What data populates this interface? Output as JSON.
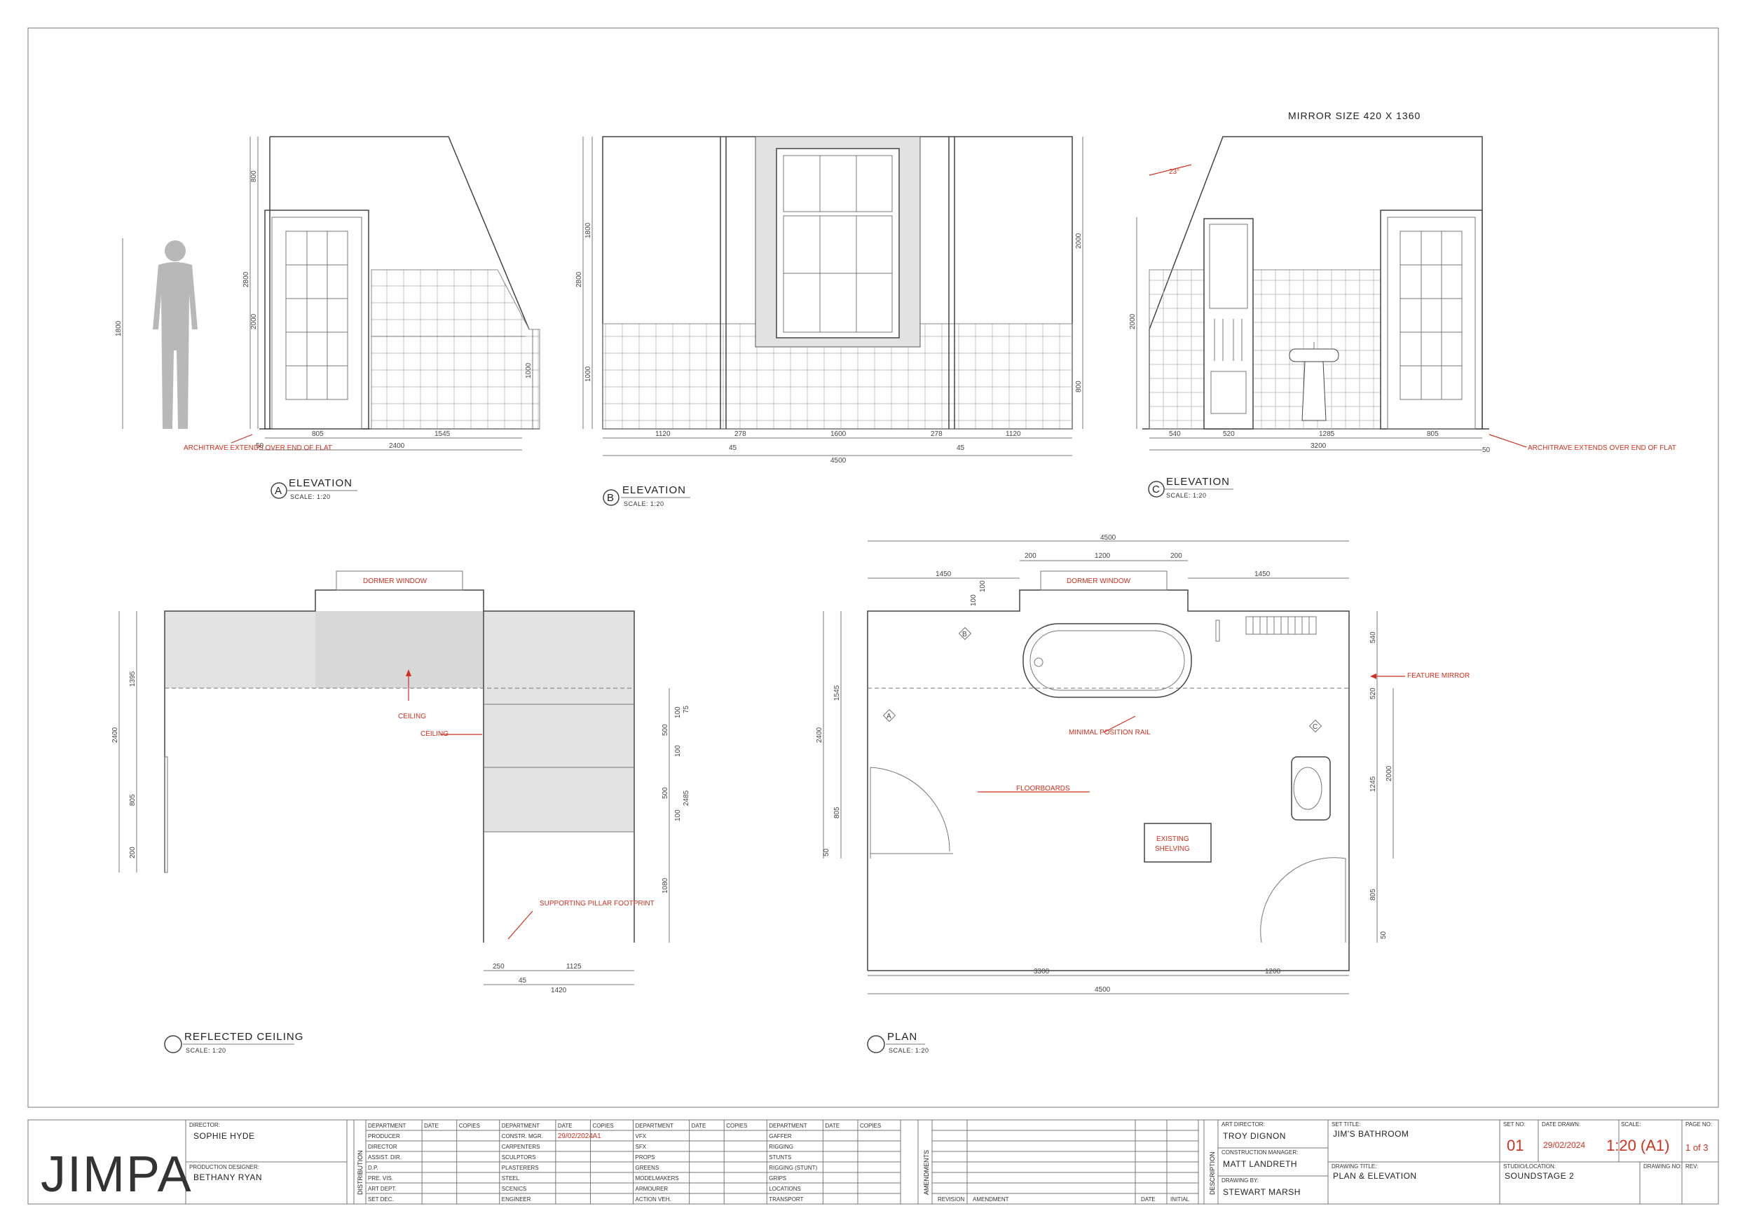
{
  "drawings": {
    "elev_a": {
      "letter": "A",
      "title": "ELEVATION",
      "scale": "SCALE: 1:20",
      "dims": [
        "800",
        "1800",
        "2800",
        "2000",
        "1000",
        "805",
        "1545",
        "2400",
        "50"
      ],
      "note": "ARCHITRAVE EXTENDS OVER END OF FLAT"
    },
    "elev_b": {
      "letter": "B",
      "title": "ELEVATION",
      "scale": "SCALE: 1:20",
      "dims": [
        "1800",
        "2800",
        "1000",
        "2000",
        "800",
        "1120",
        "278",
        "1600",
        "278",
        "1120",
        "45",
        "45",
        "4500"
      ]
    },
    "elev_c": {
      "letter": "C",
      "title": "ELEVATION",
      "scale": "SCALE: 1:20",
      "mirror_note": "MIRROR SIZE 420 X 1360",
      "angle": "23°",
      "dims": [
        "2000",
        "540",
        "520",
        "1285",
        "805",
        "3200",
        "50"
      ],
      "note": "ARCHITRAVE EXTENDS OVER END OF FLAT"
    },
    "ceiling": {
      "title": "REFLECTED CEILING",
      "scale": "SCALE: 1:20",
      "dormer": "DORMER WINDOW",
      "labels": [
        "CEILING",
        "CEILING",
        "SUPPORTING PILLAR FOOTPRINT"
      ],
      "dims": [
        "1395",
        "2400",
        "805",
        "200",
        "75",
        "100",
        "500",
        "100",
        "2485",
        "500",
        "100",
        "1080",
        "250",
        "1125",
        "45",
        "1420"
      ]
    },
    "plan": {
      "title": "PLAN",
      "scale": "SCALE: 1:20",
      "dormer": "DORMER WINDOW",
      "shelving": [
        "EXISTING",
        "SHELVING"
      ],
      "labels": [
        "FEATURE MIRROR",
        "MINIMAL POSITION RAIL",
        "FLOORBOARDS"
      ],
      "markers": [
        "A",
        "B",
        "C"
      ],
      "top_dims": [
        "4500",
        "200",
        "1200",
        "200",
        "1450",
        "1450",
        "100",
        "100"
      ],
      "left_dims": [
        "1545",
        "2400",
        "805",
        "50"
      ],
      "right_dims": [
        "540",
        "520",
        "1245",
        "2000",
        "805",
        "50"
      ],
      "bottom_dims": [
        "3300",
        "1200",
        "4500"
      ]
    }
  },
  "title_block": {
    "logo": "JIMPA",
    "director_label": "DIRECTOR:",
    "director": "SOPHIE HYDE",
    "pd_label": "PRODUCTION DESIGNER:",
    "pd": "BETHANY RYAN",
    "distribution": "DISTRIBUTION",
    "dist_headers": [
      "DEPARTMENT",
      "DATE",
      "COPIES",
      "DEPARTMENT",
      "DATE",
      "COPIES",
      "DEPARTMENT",
      "DATE",
      "COPIES",
      "DEPARTMENT",
      "DATE",
      "COPIES"
    ],
    "dist_cols": [
      [
        "PRODUCER",
        "DIRECTOR",
        "ASSIST. DIR.",
        "D.P.",
        "PRE. VIS.",
        "ART DEPT.",
        "SET DEC."
      ],
      [
        "CONSTR. MGR.",
        "CARPENTERS",
        "SCULPTORS",
        "PLASTERERS",
        "STEEL",
        "SCENICS",
        "ENGINEER"
      ],
      [
        "VFX",
        "SFX",
        "PROPS",
        "GREENS",
        "MODELMAKERS",
        "ARMOURER",
        "ACTION VEH."
      ],
      [
        "GAFFER",
        "RIGGING",
        "STUNTS",
        "RIGGING (STUNT)",
        "GRIPS",
        "LOCATIONS",
        "TRANSPORT"
      ]
    ],
    "constr_date": "29/02/2024",
    "constr_copies": "A1",
    "amendments": "AMENDMENTS",
    "amend_headers": [
      "REVISION",
      "AMENDMENT",
      "DATE",
      "INITIAL"
    ],
    "description": "DESCRIPTION",
    "art_dir_label": "ART DIRECTOR:",
    "art_dir": "TROY DIGNON",
    "cm_label": "CONSTRUCTION MANAGER:",
    "cm": "MATT LANDRETH",
    "drawn_label": "DRAWING BY:",
    "drawn": "STEWART MARSH",
    "set_title_label": "SET TITLE:",
    "set_title": "JIM'S BATHROOM",
    "dwg_title_label": "DRAWING TITLE:",
    "dwg_title": "PLAN & ELEVATION",
    "set_no_label": "SET NO:",
    "set_no": "01",
    "date_label": "DATE DRAWN:",
    "date": "29/02/2024",
    "scale_label": "SCALE:",
    "scale": "1:20 (A1)",
    "page_label": "PAGE NO:",
    "page": "1 of 3",
    "studio_label": "STUDIO/LOCATION:",
    "studio": "SOUNDSTAGE 2",
    "dwg_no_label": "DRAWING NO:",
    "rev_label": "REV:"
  }
}
